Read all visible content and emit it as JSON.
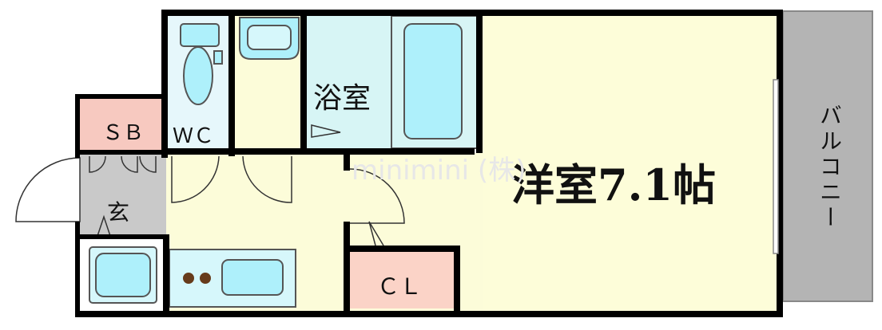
{
  "rooms": {
    "sb": "ＳＢ",
    "wc": "ＷＣ",
    "bath": "浴室",
    "entrance": "玄",
    "closet": "ＣＬ",
    "western_room": "洋室7.1帖",
    "balcony": "バルコニー"
  },
  "watermark": "minimini (株)",
  "colors": {
    "wall": "#000000",
    "floor_main": "#fdfdd9",
    "floor_kitchen": "#fcfcd9",
    "bath_floor": "#d7f5f5",
    "wc_floor": "#e6f7fb",
    "fixture": "#aef0fb",
    "sb": "#f7c9c0",
    "closet": "#fbd3c7",
    "entrance": "#c9c9c9",
    "balcony": "#b4b4b4",
    "stove": "#663b1b"
  }
}
